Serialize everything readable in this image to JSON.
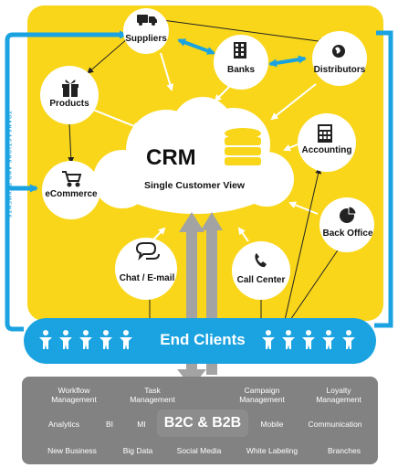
{
  "side_label": "TRANSACTIONS AND PAYMENTS",
  "crm": {
    "title": "CRM",
    "subtitle": "Single Customer View"
  },
  "nodes": {
    "suppliers": "Suppliers",
    "banks": "Banks",
    "distributors": "Distributors",
    "products": "Products",
    "ecommerce": "eCommerce",
    "accounting": "Accounting",
    "back_office": "Back Office",
    "chat_email": "Chat / E-mail",
    "call_center": "Call Center"
  },
  "end_clients": "End Clients",
  "bottom_panel": {
    "center_title": "B2C & B2B",
    "items": {
      "workflow": "Workflow\nManagement",
      "task": "Task\nManagement",
      "campaign": "Campaign\nManagement",
      "loyalty": "Loyalty\nManagement",
      "analytics": "Analytics",
      "bi": "BI",
      "mi": "MI",
      "mobile": "Mobile",
      "communication": "Communication",
      "new_business": "New Business",
      "big_data": "Big Data",
      "social_media": "Social Media",
      "white_labeling": "White Labeling",
      "branches": "Branches"
    }
  },
  "colors": {
    "yellow": "#f9d61a",
    "blue": "#1aa3e0",
    "gray": "#7d7d7d",
    "arrow_gray": "#a3a3a3",
    "bottom_panel": "#828282"
  }
}
